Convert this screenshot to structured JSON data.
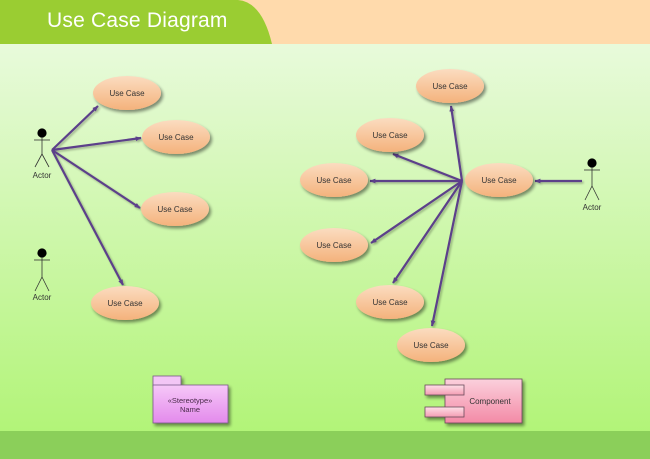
{
  "header": {
    "title": "Use Case Diagram"
  },
  "colors": {
    "header_tab": "#9ACD32",
    "header_bg": "#FFDAAC",
    "canvas_top": "#E6F9D8",
    "canvas_bottom": "#B3F57A",
    "footer": "#8BCF5A",
    "connector": "#5B3F8A",
    "use_case_fill": "#F8C79A",
    "package_fill": "#EAA0EE",
    "component_fill": "#F5A0B5"
  },
  "diagram": {
    "left_group": {
      "actors": [
        {
          "label": "Actor"
        },
        {
          "label": "Actor"
        }
      ],
      "use_cases": [
        {
          "label": "Use Case"
        },
        {
          "label": "Use Case"
        },
        {
          "label": "Use Case"
        },
        {
          "label": "Use Case"
        }
      ]
    },
    "right_group": {
      "actor": {
        "label": "Actor"
      },
      "hub_use_case": {
        "label": "Use Case"
      },
      "use_cases": [
        {
          "label": "Use Case"
        },
        {
          "label": "Use Case"
        },
        {
          "label": "Use Case"
        },
        {
          "label": "Use Case"
        },
        {
          "label": "Use Case"
        },
        {
          "label": "Use Case"
        }
      ]
    },
    "package": {
      "stereotype": "«Stereotype»",
      "name": "Name"
    },
    "component": {
      "label": "Component"
    }
  }
}
